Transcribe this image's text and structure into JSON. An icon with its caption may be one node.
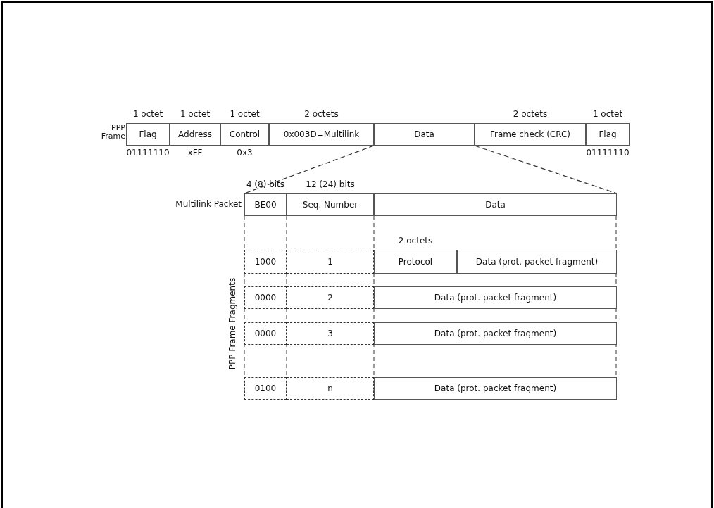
{
  "diagram": {
    "nodes": [
      {
        "text": [
          "PPP Frame"
        ]
      },
      {
        "text": [
          "Flag"
        ],
        "in": 0,
        "beside": [
          "1 octet",
          "01111110"
        ]
      },
      {
        "text": [
          "Address"
        ],
        "in": 0,
        "beside": [
          "1 octet",
          "xFF"
        ]
      },
      {
        "text": [
          "Control"
        ],
        "in": 0,
        "beside": [
          "1 octet",
          "0x3"
        ]
      },
      {
        "text": [
          "0x003D=Multilink"
        ],
        "in": 0,
        "beside": [
          "2 octets"
        ]
      },
      {
        "text": [
          "Data"
        ],
        "in": 0
      },
      {
        "text": [
          "Frame check (CRC)"
        ],
        "in": 0,
        "beside": [
          "2 octets"
        ]
      },
      {
        "text": [
          "Flag"
        ],
        "in": 0,
        "beside": [
          "1 octet",
          "01111110"
        ]
      },
      {
        "text": [
          "Multilink Packet"
        ]
      },
      {
        "text": [
          "BE00"
        ],
        "in": 8,
        "beside": [
          "4 (8) bits"
        ]
      },
      {
        "text": [
          "Seq. Number"
        ],
        "in": 8,
        "beside": [
          "12 (24) bits"
        ]
      },
      {
        "text": [
          "Data"
        ],
        "in": 8
      },
      {
        "text": [
          "1000"
        ]
      },
      {
        "text": [
          "1"
        ]
      },
      {
        "text": [
          "Protocol"
        ],
        "beside": [
          "2 octets"
        ]
      },
      {
        "text": [
          "Data (prot. packet fragment)"
        ]
      },
      {
        "text": [
          "0000"
        ]
      },
      {
        "text": [
          "2"
        ]
      },
      {
        "text": [
          "Data (prot. packet fragment)"
        ]
      },
      {
        "text": [
          "0000"
        ]
      },
      {
        "text": [
          "3"
        ]
      },
      {
        "text": [
          "Data (prot. packet fragment)"
        ]
      },
      {
        "text": [
          "0100"
        ]
      },
      {
        "text": [
          "n"
        ]
      },
      {
        "text": [
          "Data (prot. packet fragment)"
        ]
      }
    ],
    "edges": [
      {
        "from": 5,
        "to": 8,
        "arrow": "none",
        "style": "dashed"
      },
      {
        "from": 5,
        "to": 8,
        "arrow": "none",
        "style": "dashed"
      }
    ],
    "labels": [
      "PPP Frame Fragments"
    ]
  }
}
